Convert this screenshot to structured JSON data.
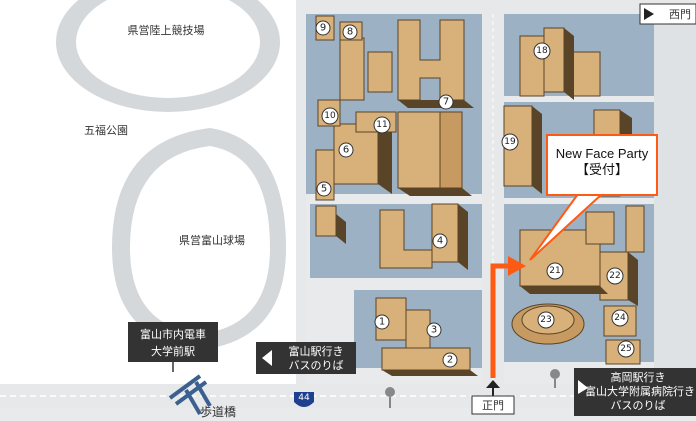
{
  "labels": {
    "athletics_stadium": "県営陸上競技場",
    "park": "五福公園",
    "baseball_stadium": "県営富山球場",
    "tram_station": [
      "富山市内電車",
      "大学前駅"
    ],
    "footbridge": "歩道橋",
    "toyama_bus": [
      "富山駅行き",
      "バスのりば"
    ],
    "takaoka_bus": [
      "高岡駅行き",
      "富山大学附属病院行き",
      "バスのりば"
    ],
    "main_gate": "正門",
    "west_gate": "西門",
    "route_number": "44"
  },
  "callout": {
    "line1": "New Face Party",
    "line2": "【受付】"
  },
  "buildings": [
    "1",
    "2",
    "3",
    "4",
    "5",
    "6",
    "7",
    "8",
    "9",
    "10",
    "11",
    "18",
    "19",
    "21",
    "22",
    "23",
    "24",
    "25"
  ],
  "colors": {
    "road": "#e6e8ea",
    "campus": "#9db1c4",
    "building": "#d8b07a",
    "building_shadow": "#5a4428",
    "accent": "#ff5a14",
    "sign": "#333333",
    "stadium": "#cfd3d6"
  }
}
